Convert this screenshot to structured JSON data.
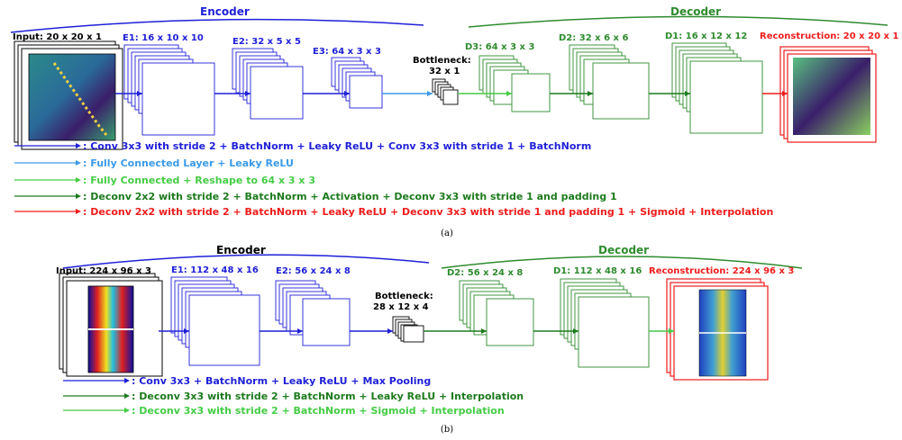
{
  "colors": {
    "blue": "#1f1fd8",
    "light_blue": "#3a9ae8",
    "light_green": "#44cc44",
    "dark_green": "#1d7a1d",
    "red": "#ee1c1c",
    "black": "#000000"
  },
  "diagram_a": {
    "encoder_title": "Encoder",
    "decoder_title": "Decoder",
    "input_label": "Input: 20 x 20 x 1",
    "e1_label": "E1: 16 x 10 x 10",
    "e2_label": "E2: 32 x 5 x 5",
    "e3_label": "E3: 64 x 3 x 3",
    "bottleneck_label_1": "Bottleneck:",
    "bottleneck_label_2": "32 x 1",
    "d3_label": "D3: 64 x 3 x 3",
    "d2_label": "D2: 32 x 6 x 6",
    "d1_label": "D1: 16 x 12 x 12",
    "reconstruction_label": "Reconstruction: 20 x 20 x 1",
    "legend": [
      {
        "color": "blue",
        "text": ": Conv 3x3 with stride 2 + BatchNorm + Leaky ReLU + Conv 3x3 with stride 1 + BatchNorm"
      },
      {
        "color": "light_blue",
        "text": ": Fully Connected Layer + Leaky ReLU"
      },
      {
        "color": "light_green",
        "text": ": Fully Connected + Reshape to 64 x 3 x 3"
      },
      {
        "color": "dark_green",
        "text": ": Deconv 2x2 with stride 2 + BatchNorm + Activation + Deconv 3x3 with stride 1 and padding 1"
      },
      {
        "color": "red",
        "text": ": Deconv 2x2 with stride 2 + BatchNorm + Leaky ReLU + Deconv 3x3 with stride 1 and padding 1 + Sigmoid + Interpolation"
      }
    ],
    "caption": "(a)"
  },
  "diagram_b": {
    "encoder_title": "Encoder",
    "decoder_title": "Decoder",
    "input_label": "Input: 224 x 96 x 3",
    "e1_label": "E1: 112 x 48 x 16",
    "e2_label": "E2: 56 x 24 x 8",
    "bottleneck_label_1": "Bottleneck:",
    "bottleneck_label_2": "28 x 12 x 4",
    "d2_label": "D2: 56 x 24 x 8",
    "d1_label": "D1: 112 x 48 x 16",
    "reconstruction_label": "Reconstruction: 224 x 96 x 3",
    "legend": [
      {
        "color": "blue",
        "text": ": Conv 3x3 + BatchNorm + Leaky ReLU + Max Pooling"
      },
      {
        "color": "dark_green",
        "text": ": Deconv 3x3 with stride 2 + BatchNorm + Leaky ReLU + Interpolation"
      },
      {
        "color": "light_green",
        "text": ": Deconv 3x3 with stride 2 + BatchNorm + Sigmoid + Interpolation"
      }
    ],
    "caption": "(b)"
  }
}
